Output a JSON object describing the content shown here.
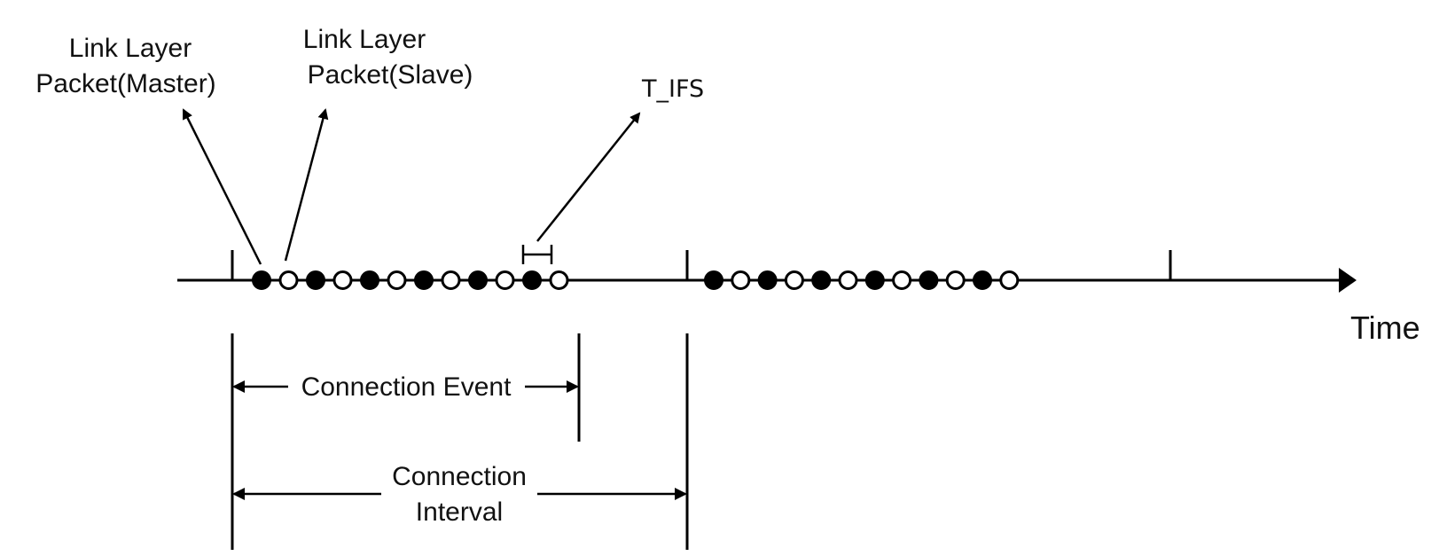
{
  "labels": {
    "master_packet_line1": "Link Layer",
    "master_packet_line2": "Packet(Master)",
    "slave_packet_line1": "Link Layer",
    "slave_packet_line2": "Packet(Slave)",
    "tifs": "T_IFS",
    "time": "Time",
    "connection_event": "Connection Event",
    "connection_interval_line1": "Connection",
    "connection_interval_line2": "Interval"
  },
  "colors": {
    "master_packet": "#000000",
    "slave_packet": "#ffffff",
    "stroke": "#000000"
  },
  "packet_groups": [
    {
      "name": "first-connection-event",
      "packets": [
        "master",
        "slave",
        "master",
        "slave",
        "master",
        "slave",
        "master",
        "slave",
        "master",
        "slave",
        "master",
        "slave"
      ]
    },
    {
      "name": "second-connection-event",
      "packets": [
        "master",
        "slave",
        "master",
        "slave",
        "master",
        "slave",
        "master",
        "slave",
        "master",
        "slave",
        "master",
        "slave"
      ]
    }
  ]
}
